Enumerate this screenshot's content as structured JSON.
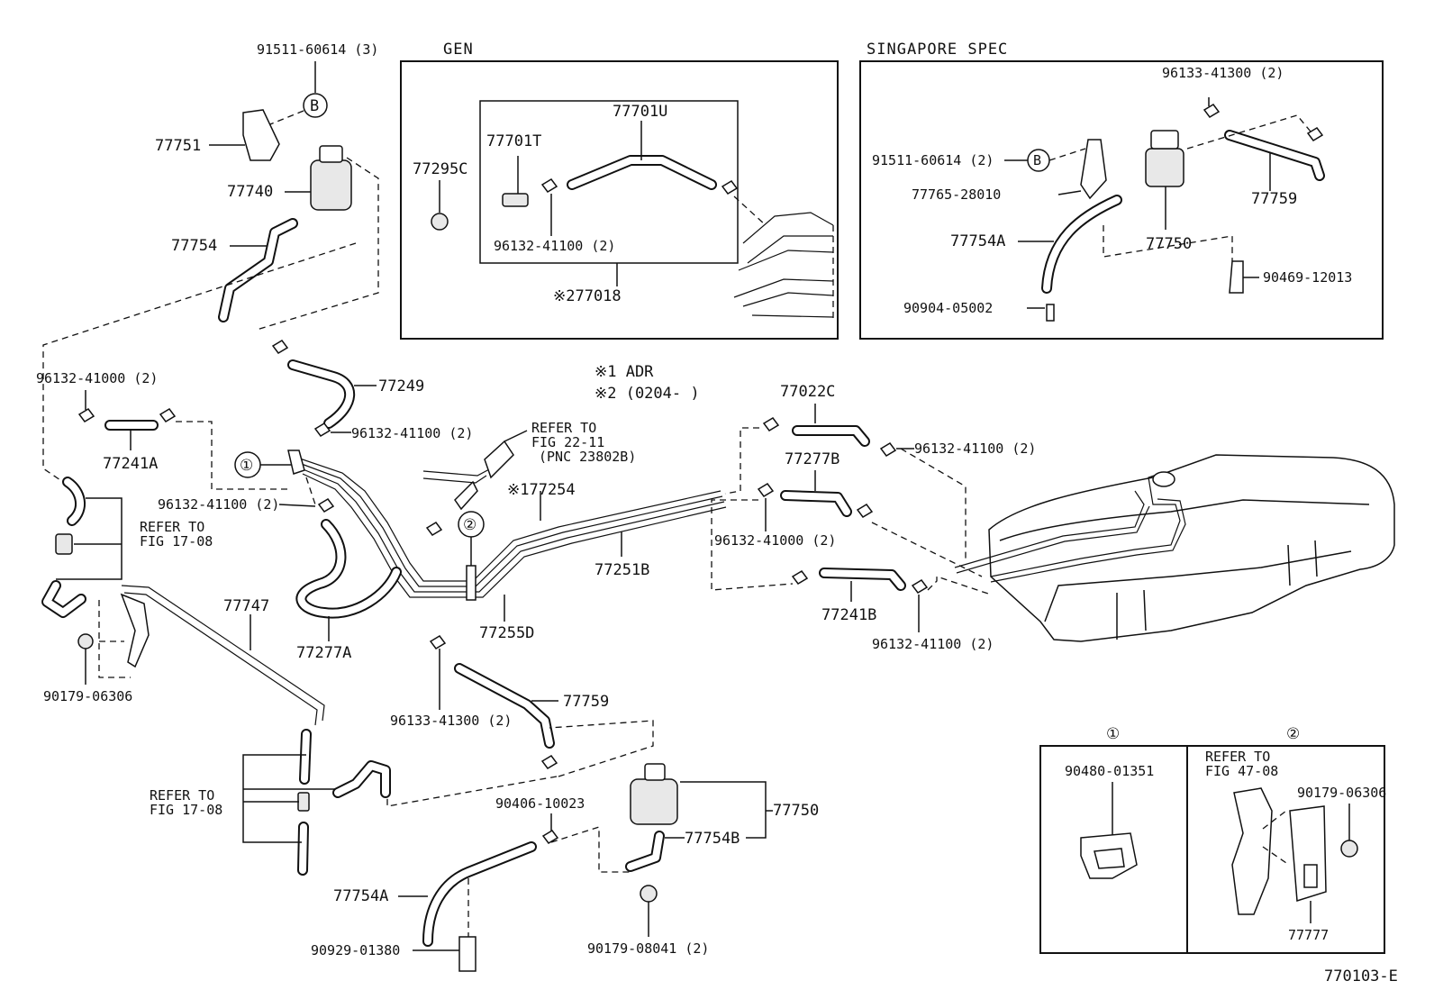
{
  "boxes": {
    "gen_title": "GEN",
    "singapore_title": "SINGAPORE SPEC"
  },
  "notes": {
    "note1": "※1 ADR",
    "note2": "※2 (0204-     )"
  },
  "diagram_id": "770103-E",
  "callout_markers": {
    "b": "B",
    "one": "①",
    "two": "②"
  },
  "labels": {
    "p91511_60614_3": "91511-60614 (3)",
    "p77751": "77751",
    "p77740": "77740",
    "p77754_top": "77754",
    "p96132_41000_2_left": "96132-41000 (2)",
    "p77241A": "77241A",
    "p77249": "77249",
    "p96132_41100_2_a": "96132-41100 (2)",
    "refer_fig_22_11_l1": "REFER TO",
    "refer_fig_22_11_l2": "FIG 22-11",
    "refer_fig_22_11_l3": "(PNC 23802B)",
    "p77254": "※177254",
    "p96132_41100_2_b": "96132-41100 (2)",
    "refer_fig_17_08_a_l1": "REFER TO",
    "refer_fig_17_08_a_l2": "FIG 17-08",
    "p77747": "77747",
    "p90179_06306_left": "90179-06306",
    "p77277A": "77277A",
    "p77255D": "77255D",
    "p77251B": "77251B",
    "p96133_41300_2_bottom": "96133-41300 (2)",
    "p77759_bottom": "77759",
    "refer_fig_17_08_b_l1": "REFER TO",
    "refer_fig_17_08_b_l2": "FIG 17-08",
    "p90406_10023": "90406-10023",
    "p77750_bottom": "77750",
    "p77754B": "77754B",
    "p77754A_bottom": "77754A",
    "p90929_01380": "90929-01380",
    "p90179_08041_2": "90179-08041 (2)",
    "p77022C": "77022C",
    "p96132_41100_2_c": "96132-41100 (2)",
    "p77277B": "77277B",
    "p96132_41000_2_mid": "96132-41000 (2)",
    "p77241B": "77241B",
    "p96132_41100_2_d": "96132-41100 (2)",
    "gen_77701U": "77701U",
    "gen_77701T": "77701T",
    "gen_77295C": "77295C",
    "gen_96132_41100_2": "96132-41100 (2)",
    "gen_277018": "※277018",
    "sg_96133_41300_2": "96133-41300 (2)",
    "sg_91511_60614_2": "91511-60614 (2)",
    "sg_77765_28010": "77765-28010",
    "sg_77759": "77759",
    "sg_77754A": "77754A",
    "sg_77750": "77750",
    "sg_90469_12013": "90469-12013",
    "sg_90904_05002": "90904-05002",
    "inset_90480_01351": "90480-01351",
    "inset_refer_l1": "REFER TO",
    "inset_refer_l2": "FIG 47-08",
    "inset_90179_06306": "90179-06306",
    "inset_77777": "77777"
  }
}
